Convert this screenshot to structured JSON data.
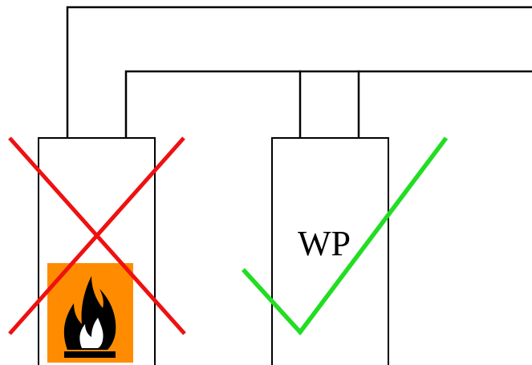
{
  "units": {
    "left": {
      "label": "",
      "symbol": "flammable-hazard-icon",
      "status": "rejected"
    },
    "right": {
      "label": "WP",
      "status": "approved"
    }
  },
  "colors": {
    "cross": "#ee1111",
    "check": "#22dd22",
    "hazard_bg": "#ff8c00",
    "line": "#000000"
  }
}
